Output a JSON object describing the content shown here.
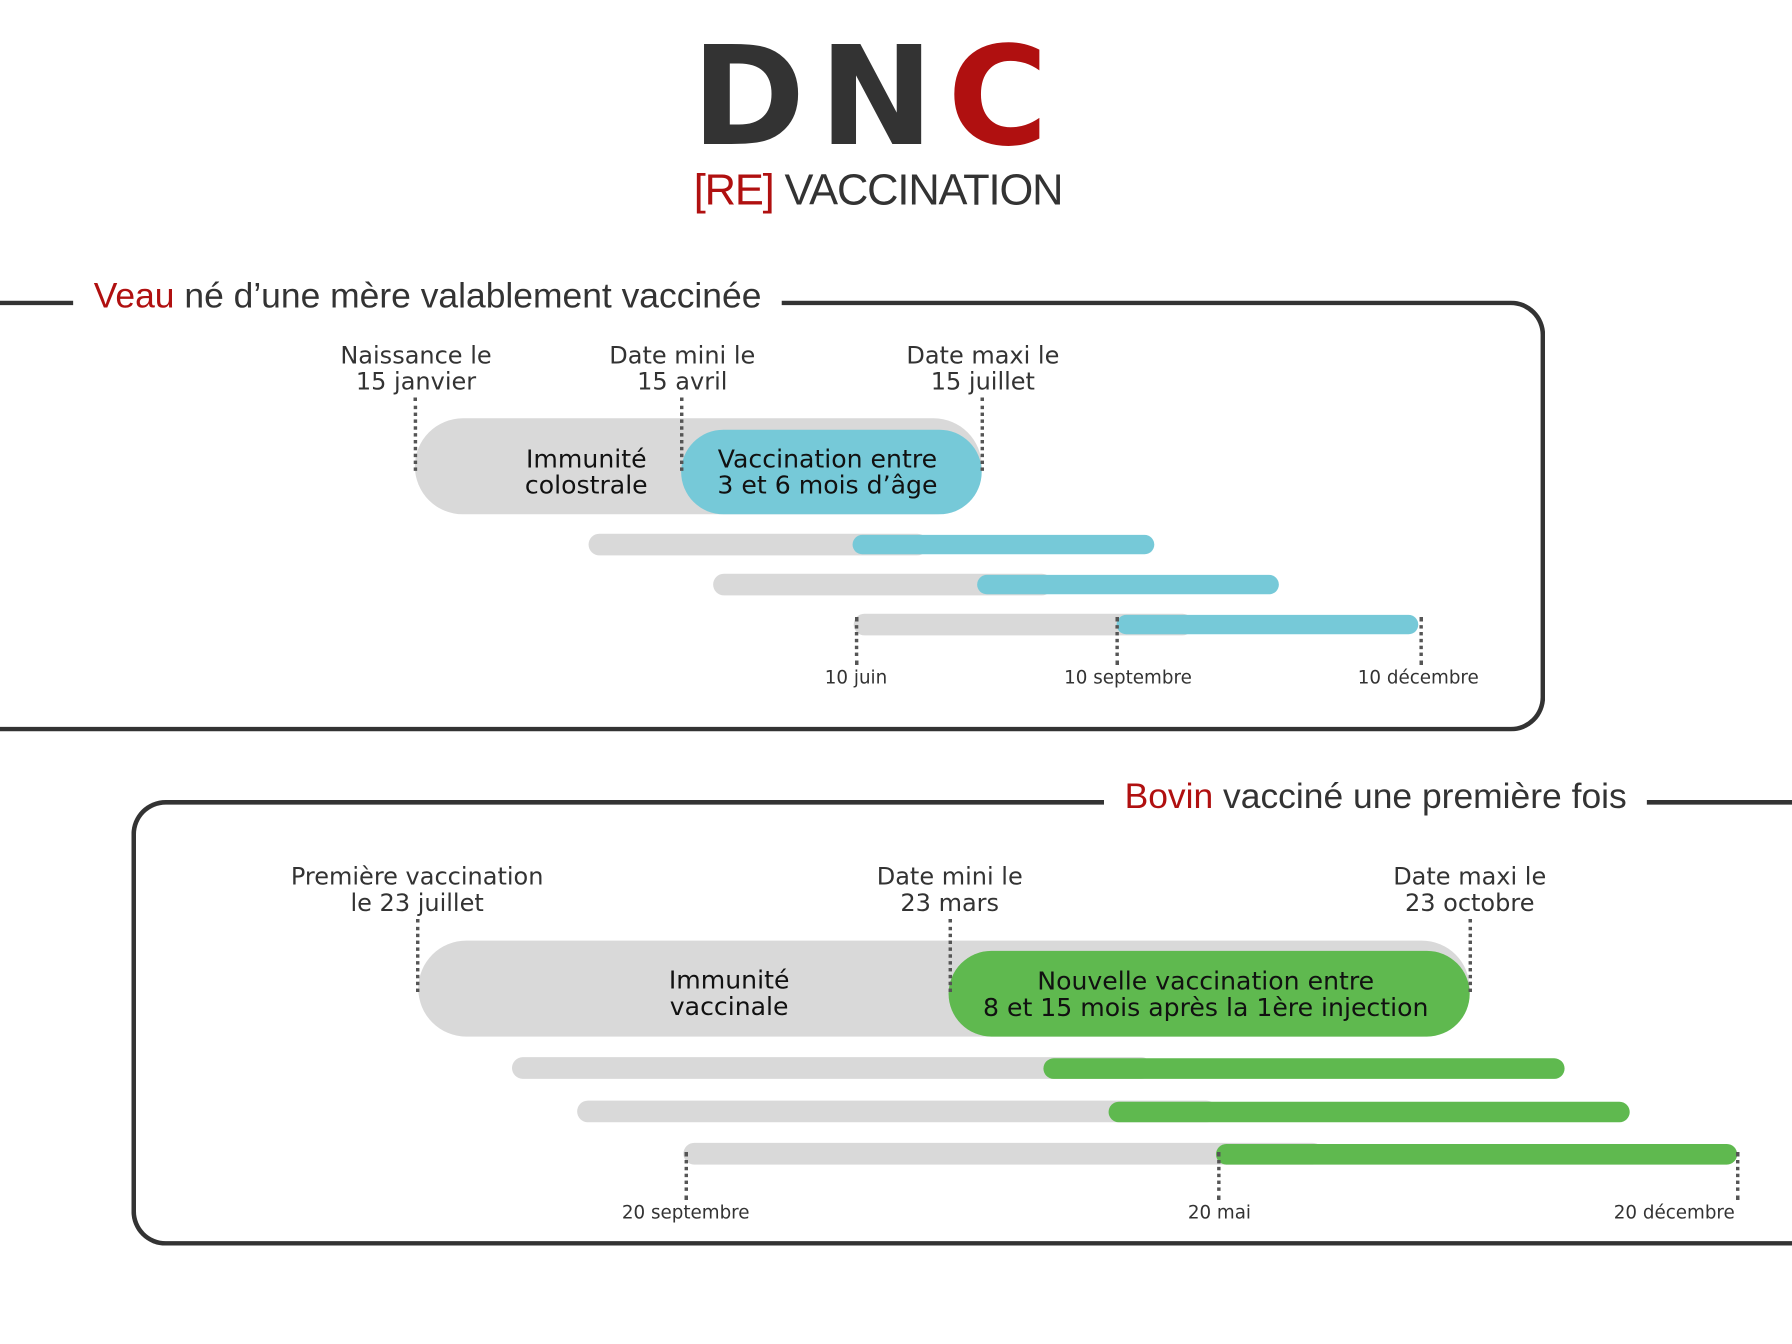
{
  "logo": {
    "d": "D",
    "n": "N",
    "c": "C",
    "re": "[RE]",
    "vaccination": "VACCINATION"
  },
  "colors": {
    "gray": "#d9d9d9",
    "blue": "#76c9d8",
    "green": "#5fb94f",
    "red": "#b01010",
    "dark": "#333333"
  },
  "section1": {
    "title_highlight": "Veau",
    "title_rest": " né d’une mère valablement vaccinée",
    "labels": [
      {
        "l1": "Naissance le",
        "l2": "15 janvier"
      },
      {
        "l1": "Date mini le",
        "l2": "15 avril"
      },
      {
        "l1": "Date maxi le",
        "l2": "15 juillet"
      }
    ],
    "gray_text": {
      "l1": "Immunité",
      "l2": "colostrale"
    },
    "color_text": {
      "l1": "Vaccination entre",
      "l2": "3 et 6 mois d’âge"
    },
    "ticks": [
      "10 juin",
      "10 septembre",
      "10 décembre"
    ]
  },
  "section2": {
    "title_highlight": "Bovin",
    "title_rest": " vacciné une première fois",
    "labels": [
      {
        "l1": "Première vaccination",
        "l2": "le 23 juillet"
      },
      {
        "l1": "Date mini le",
        "l2": "23 mars"
      },
      {
        "l1": "Date maxi le",
        "l2": "23 octobre"
      }
    ],
    "gray_text": {
      "l1": "Immunité",
      "l2": "vaccinale"
    },
    "color_text": {
      "l1": "Nouvelle vaccination entre",
      "l2": "8 et 15 mois après la 1ère injection"
    },
    "ticks": [
      "20 septembre",
      "20 mai",
      "20 décembre"
    ]
  }
}
